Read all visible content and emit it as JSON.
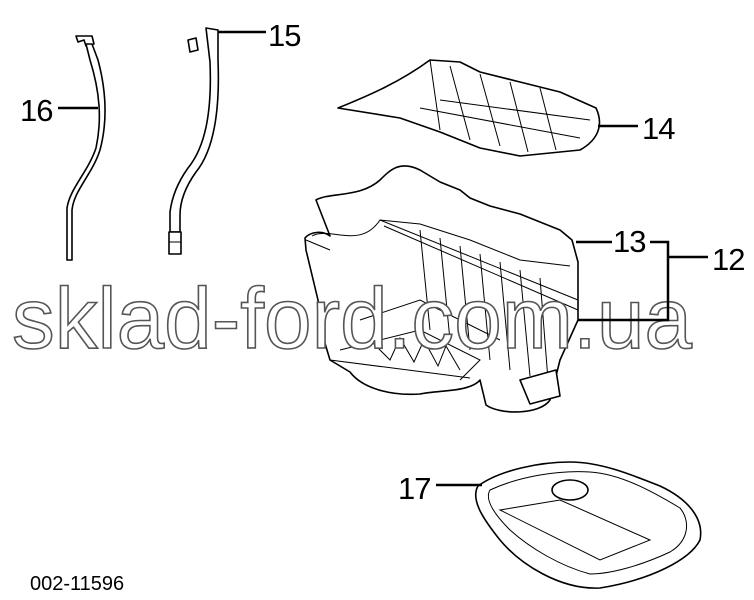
{
  "diagram": {
    "callouts": [
      {
        "id": "16",
        "part": "oil-level-dipstick"
      },
      {
        "id": "15",
        "part": "oil-level-dipstick-tube"
      },
      {
        "id": "14",
        "part": "oil-pan-baffle"
      },
      {
        "id": "13",
        "part": "oil-pan-gasket"
      },
      {
        "id": "12",
        "part": "oil-pan-assembly"
      },
      {
        "id": "17",
        "part": "lower-oil-pan"
      }
    ],
    "figure_number": "002-11596",
    "watermark": "sklad-ford.com.ua"
  }
}
